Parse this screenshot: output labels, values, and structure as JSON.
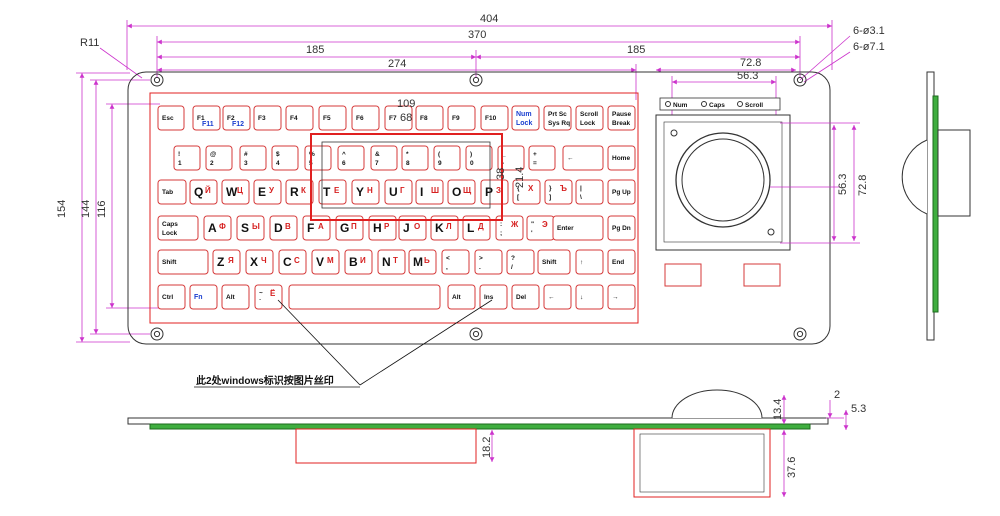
{
  "dimensions": {
    "overall_width": "404",
    "hole_span": "370",
    "left_span": "185",
    "right_span": "185",
    "mid_span": "274",
    "track_outer": "72.8",
    "track_inner": "56.3",
    "corner_radius": "R11",
    "hole_small": "6-ø3.1",
    "hole_large": "6-ø7.1",
    "height_154": "154",
    "height_144": "144",
    "height_116": "116",
    "vert_right_1": "56.3",
    "vert_right_2": "72.8",
    "center_a": "109",
    "center_b": "68",
    "side_a": "38",
    "side_b": "21.4",
    "bottom_18": "18.2",
    "bottom_13": "13.4",
    "bottom_2": "2",
    "bottom_5": "5.3",
    "bottom_37": "37.6"
  },
  "leds": [
    "Num",
    "Caps",
    "Scroll"
  ],
  "note": "此2处windows标识按图片丝印",
  "keys": {
    "r0": [
      {
        "t": "Esc"
      },
      {
        "t": "F1",
        "b": "F11"
      },
      {
        "t": "F2",
        "b": "F12"
      },
      {
        "t": "F3"
      },
      {
        "t": "F4"
      },
      {
        "t": "F5"
      },
      {
        "t": "F6"
      },
      {
        "t": "F7"
      },
      {
        "t": "F8"
      },
      {
        "t": "F9"
      },
      {
        "t": "F10"
      },
      {
        "t": "Num",
        "t2": "Lock",
        "blue": true
      },
      {
        "t": "Prt Sc",
        "t2": "Sys Rq"
      },
      {
        "t": "Scroll",
        "t2": "Lock"
      },
      {
        "t": "Pause",
        "t2": "Break"
      }
    ],
    "r1": [
      {
        "t": "!",
        "t2": "1"
      },
      {
        "t": "@",
        "t2": "2"
      },
      {
        "t": "#",
        "t2": "3"
      },
      {
        "t": "$",
        "t2": "4"
      },
      {
        "t": "%",
        "t2": "5"
      },
      {
        "t": "^",
        "t2": "6"
      },
      {
        "t": "&",
        "t2": "7"
      },
      {
        "t": "*",
        "t2": "8"
      },
      {
        "t": "(",
        "t2": "9"
      },
      {
        "t": ")",
        "t2": "0"
      },
      {
        "t": "_",
        "t2": "-"
      },
      {
        "t": "+",
        "t2": "="
      },
      {
        "t": "←"
      },
      {
        "t": "Home"
      }
    ],
    "r2": [
      {
        "t": "Tab"
      },
      {
        "t": "Q",
        "r": "Й"
      },
      {
        "t": "W",
        "r": "Ц"
      },
      {
        "t": "E",
        "r": "У"
      },
      {
        "t": "R",
        "r": "К"
      },
      {
        "t": "T",
        "r": "Е"
      },
      {
        "t": "Y",
        "r": "Н"
      },
      {
        "t": "U",
        "r": "Г"
      },
      {
        "t": "I",
        "r": "Ш"
      },
      {
        "t": "O",
        "r": "Щ"
      },
      {
        "t": "P",
        "r": "З"
      },
      {
        "t": "{",
        "t2": "[",
        "r": "Х"
      },
      {
        "t": "}",
        "t2": "]",
        "r": "Ъ"
      },
      {
        "t": "|",
        "t2": "\\"
      },
      {
        "t": "Pg Up"
      }
    ],
    "r3": [
      {
        "t": "Caps",
        "t2": "Lock"
      },
      {
        "t": "A",
        "r": "Ф"
      },
      {
        "t": "S",
        "r": "Ы"
      },
      {
        "t": "D",
        "r": "В"
      },
      {
        "t": "F",
        "r": "А"
      },
      {
        "t": "G",
        "r": "П"
      },
      {
        "t": "H",
        "r": "Р"
      },
      {
        "t": "J",
        "r": "О"
      },
      {
        "t": "K",
        "r": "Л"
      },
      {
        "t": "L",
        "r": "Д"
      },
      {
        "t": ":",
        "t2": ";",
        "r": "Ж"
      },
      {
        "t": "\"",
        "t2": "'",
        "r": "Э"
      },
      {
        "t": "Enter"
      },
      {
        "t": "Pg Dn"
      }
    ],
    "r4": [
      {
        "t": "Shift"
      },
      {
        "t": "Z",
        "r": "Я"
      },
      {
        "t": "X",
        "r": "Ч"
      },
      {
        "t": "C",
        "r": "С"
      },
      {
        "t": "V",
        "r": "М"
      },
      {
        "t": "B",
        "r": "И"
      },
      {
        "t": "N",
        "r": "Т"
      },
      {
        "t": "M",
        "r": "Ь"
      },
      {
        "t": "<",
        "t2": ","
      },
      {
        "t": ">",
        "t2": "."
      },
      {
        "t": "?",
        "t2": "/"
      },
      {
        "t": "Shift"
      },
      {
        "t": "↑"
      },
      {
        "t": "End"
      }
    ],
    "r5": [
      {
        "t": "Ctrl"
      },
      {
        "t": "Fn",
        "blue": true
      },
      {
        "t": "Alt"
      },
      {
        "t": "~",
        "t2": "`",
        "r": "Ё"
      },
      {
        "t": ""
      },
      {
        "t": "Alt"
      },
      {
        "t": "Ins"
      },
      {
        "t": "Del"
      },
      {
        "t": "←"
      },
      {
        "t": "↓"
      },
      {
        "t": "→"
      }
    ]
  }
}
